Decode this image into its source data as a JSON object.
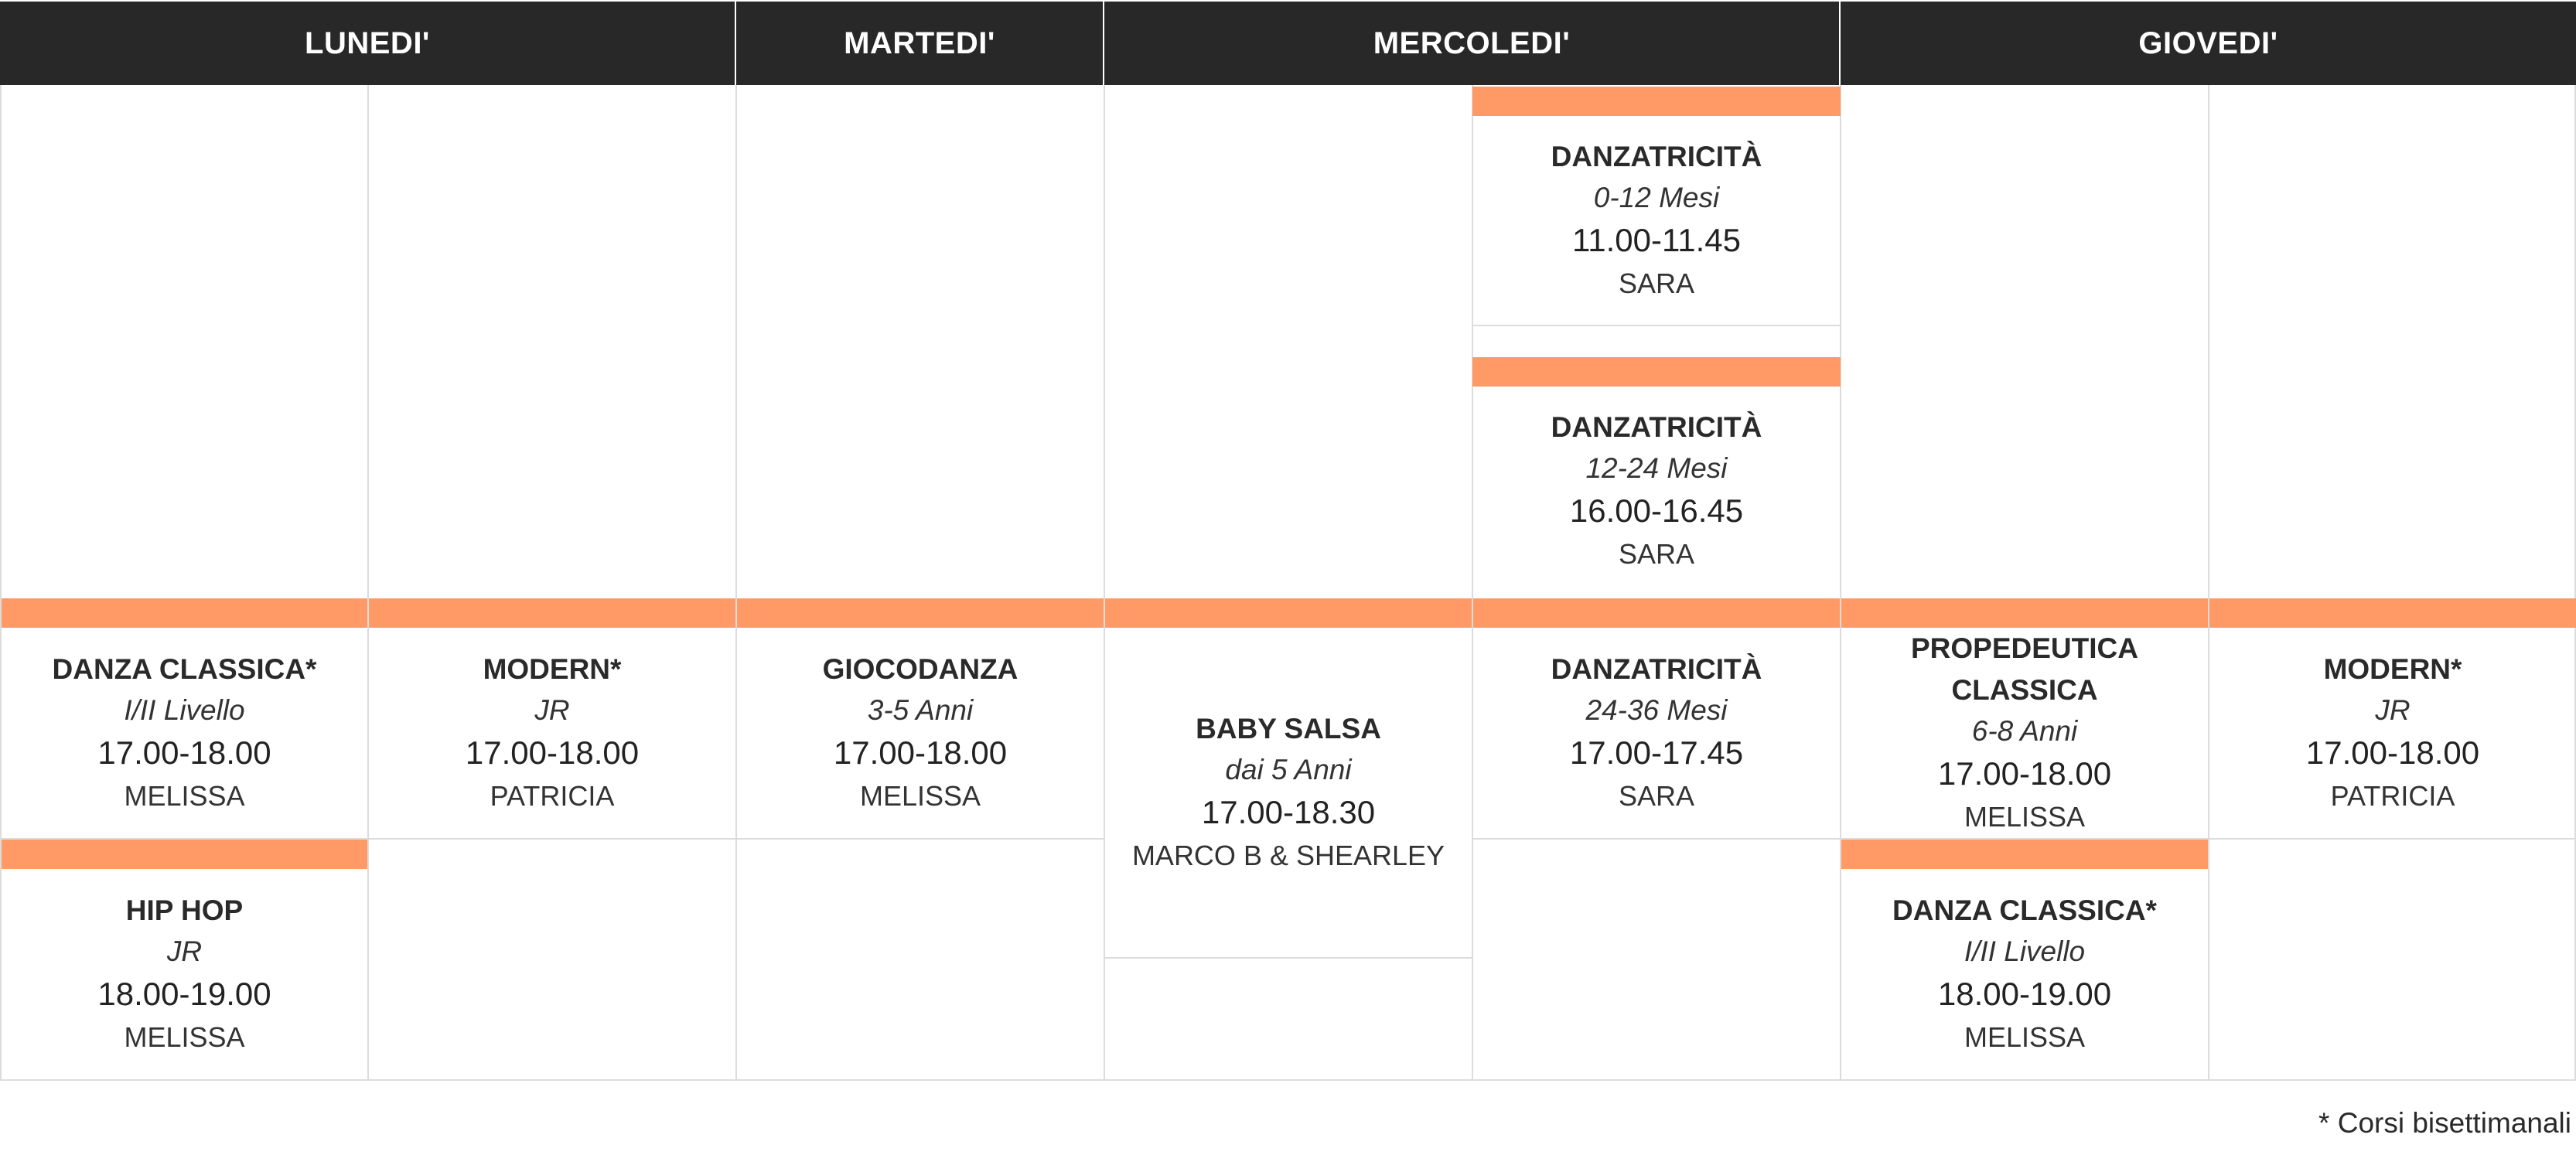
{
  "days": [
    "LUNEDI'",
    "MARTEDI'",
    "MERCOLEDI'",
    "GIOVEDI'"
  ],
  "lessons": [
    {
      "name": "DANZATRICITÀ",
      "level": "0-12 Mesi",
      "time": "11.00-11.45",
      "teacher": "SARA"
    },
    {
      "name": "DANZATRICITÀ",
      "level": "12-24 Mesi",
      "time": "16.00-16.45",
      "teacher": "SARA"
    },
    {
      "name": "DANZA CLASSICA*",
      "level": "I/II Livello",
      "time": "17.00-18.00",
      "teacher": "MELISSA"
    },
    {
      "name": "MODERN*",
      "level": "JR",
      "time": "17.00-18.00",
      "teacher": "PATRICIA"
    },
    {
      "name": "GIOCODANZA",
      "level": "3-5 Anni",
      "time": "17.00-18.00",
      "teacher": "MELISSA"
    },
    {
      "name": "BABY SALSA",
      "level": "dai 5 Anni",
      "time": "17.00-18.30",
      "teacher": "MARCO B & SHEARLEY"
    },
    {
      "name": "DANZATRICITÀ",
      "level": "24-36 Mesi",
      "time": "17.00-17.45",
      "teacher": "SARA"
    },
    {
      "name": "PROPEDEUTICA CLASSICA",
      "level": "6-8 Anni",
      "time": "17.00-18.00",
      "teacher": "MELISSA"
    },
    {
      "name": "MODERN*",
      "level": "JR",
      "time": "17.00-18.00",
      "teacher": "PATRICIA"
    },
    {
      "name": "HIP HOP",
      "level": "JR",
      "time": "18.00-19.00",
      "teacher": "MELISSA"
    },
    {
      "name": "DANZA CLASSICA*",
      "level": "I/II Livello",
      "time": "18.00-19.00",
      "teacher": "MELISSA"
    }
  ],
  "footnote": "* Corsi bisettimanali",
  "colors": {
    "header_bg": "#282828",
    "accent_bar": "#ff9a66",
    "grid_line": "#dcdcdc"
  }
}
